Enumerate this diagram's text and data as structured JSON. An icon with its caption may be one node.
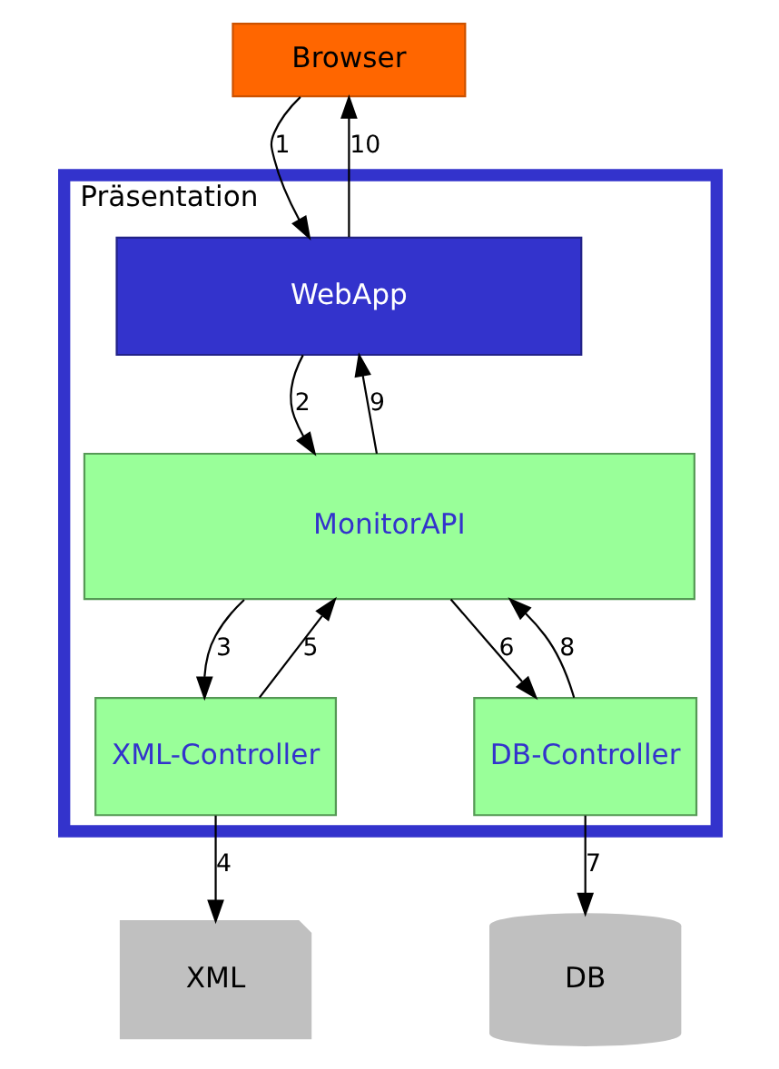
{
  "diagram": {
    "nodes": [
      {
        "text": [
          "Browser"
        ]
      },
      {
        "text": [
          "Präsentation"
        ]
      },
      {
        "text": [
          "WebApp"
        ],
        "in": 1
      },
      {
        "text": [
          "MonitorAPI"
        ],
        "in": 1
      },
      {
        "text": [
          "XML-Controller"
        ],
        "in": 1
      },
      {
        "text": [
          "DB-Controller"
        ],
        "in": 1
      },
      {
        "text": [
          "XML"
        ]
      },
      {
        "text": [
          "DB"
        ]
      }
    ],
    "edges": [
      {
        "from": 0,
        "to": 2,
        "arrow": "to",
        "label": "1"
      },
      {
        "from": 2,
        "to": 3,
        "arrow": "to",
        "label": "2"
      },
      {
        "from": 3,
        "to": 4,
        "arrow": "to",
        "label": "3"
      },
      {
        "from": 4,
        "to": 6,
        "arrow": "to",
        "label": "4"
      },
      {
        "from": 4,
        "to": 3,
        "arrow": "to",
        "label": "5"
      },
      {
        "from": 3,
        "to": 5,
        "arrow": "to",
        "label": "6"
      },
      {
        "from": 5,
        "to": 7,
        "arrow": "to",
        "label": "7"
      },
      {
        "from": 5,
        "to": 3,
        "arrow": "to",
        "label": "8"
      },
      {
        "from": 3,
        "to": 2,
        "arrow": "to",
        "label": "9"
      },
      {
        "from": 2,
        "to": 0,
        "arrow": "to",
        "label": "10"
      }
    ]
  }
}
